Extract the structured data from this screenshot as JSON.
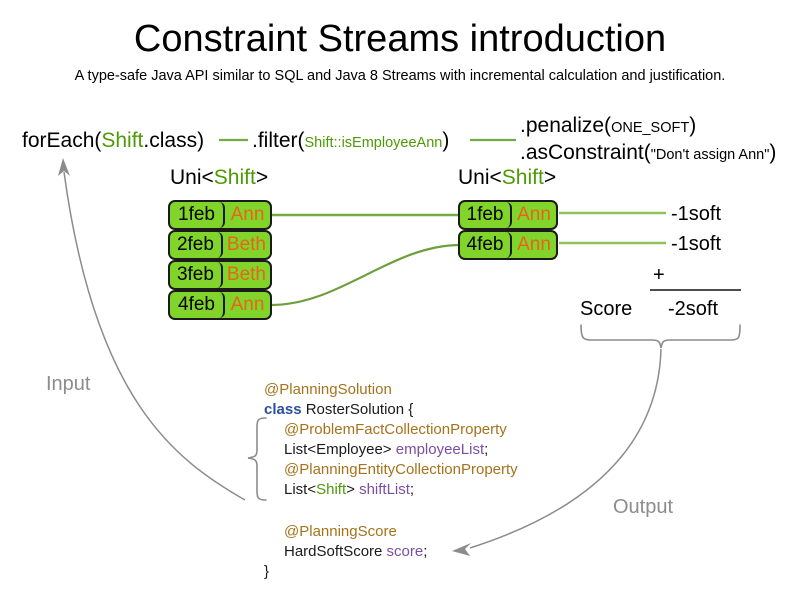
{
  "header": {
    "title": "Constraint Streams introduction",
    "subtitle": "A type-safe Java API similar to SQL and Java 8 Streams with incremental calculation and justification."
  },
  "pipeline": {
    "stages": [
      {
        "name": "forEach",
        "prefix": "forEach(",
        "arg": "Shift",
        "suffix": ".class)",
        "arg_color": "#4e9a06"
      },
      {
        "name": "filter",
        "prefix": ".filter(",
        "arg": "Shift::isEmployeeAnn",
        "suffix": ")",
        "arg_color": "#4e9a06"
      },
      {
        "name": "penalize",
        "prefix": ".penalize(",
        "arg": "ONE_SOFT",
        "suffix": ")",
        "arg_color": "#000000"
      },
      {
        "name": "asConstraint",
        "prefix": ".asConstraint(",
        "arg": "\"Don't assign Ann\"",
        "suffix": ")",
        "arg_color": "#000000"
      }
    ]
  },
  "streams": {
    "left": {
      "type_label_prefix": "Uni<",
      "type_label_generic": "Shift",
      "type_label_suffix": ">",
      "rows": [
        {
          "date": "1feb",
          "employee": "Ann"
        },
        {
          "date": "2feb",
          "employee": "Beth"
        },
        {
          "date": "3feb",
          "employee": "Beth"
        },
        {
          "date": "4feb",
          "employee": "Ann"
        }
      ]
    },
    "right": {
      "type_label_prefix": "Uni<",
      "type_label_generic": "Shift",
      "type_label_suffix": ">",
      "rows": [
        {
          "date": "1feb",
          "employee": "Ann"
        },
        {
          "date": "4feb",
          "employee": "Ann"
        }
      ]
    }
  },
  "score": {
    "penalty_labels": [
      "-1soft",
      "-1soft"
    ],
    "plus_operator": "+",
    "score_word": "Score",
    "total": "-2soft"
  },
  "flow": {
    "input_label": "Input",
    "output_label": "Output"
  },
  "code": {
    "lines": [
      {
        "kind": "anno",
        "text": "@PlanningSolution",
        "indent": 0
      },
      {
        "kind": "class",
        "keyword": "class",
        "text": " RosterSolution {",
        "indent": 0
      },
      {
        "kind": "anno",
        "text": "@ProblemFactCollectionProperty",
        "indent": 1
      },
      {
        "kind": "field",
        "type": "List<Employee> ",
        "field": "employeeList",
        "semi": ";",
        "indent": 1
      },
      {
        "kind": "anno",
        "text": "@PlanningEntityCollectionProperty",
        "indent": 1
      },
      {
        "kind": "field_generic",
        "type_prefix": "List<",
        "generic": "Shift",
        "type_suffix": "> ",
        "field": "shiftList",
        "semi": ";",
        "indent": 1
      },
      {
        "kind": "gap"
      },
      {
        "kind": "anno",
        "text": "@PlanningScore",
        "indent": 1
      },
      {
        "kind": "field",
        "type": "HardSoftScore ",
        "field": "score",
        "semi": ";",
        "indent": 1
      },
      {
        "kind": "plain",
        "text": "}",
        "indent": 0
      }
    ]
  },
  "colors": {
    "stream_line": "#74ab45",
    "box_fill": "#80d42a",
    "box_border": "#1a1a1a",
    "employee_text": "#e8641a",
    "generic_green": "#4e9a06",
    "annotation_gold": "#a6731c",
    "keyword_blue": "#2c4f9e",
    "field_purple": "#7a4fa3",
    "flow_gray": "#8c8c8c"
  }
}
